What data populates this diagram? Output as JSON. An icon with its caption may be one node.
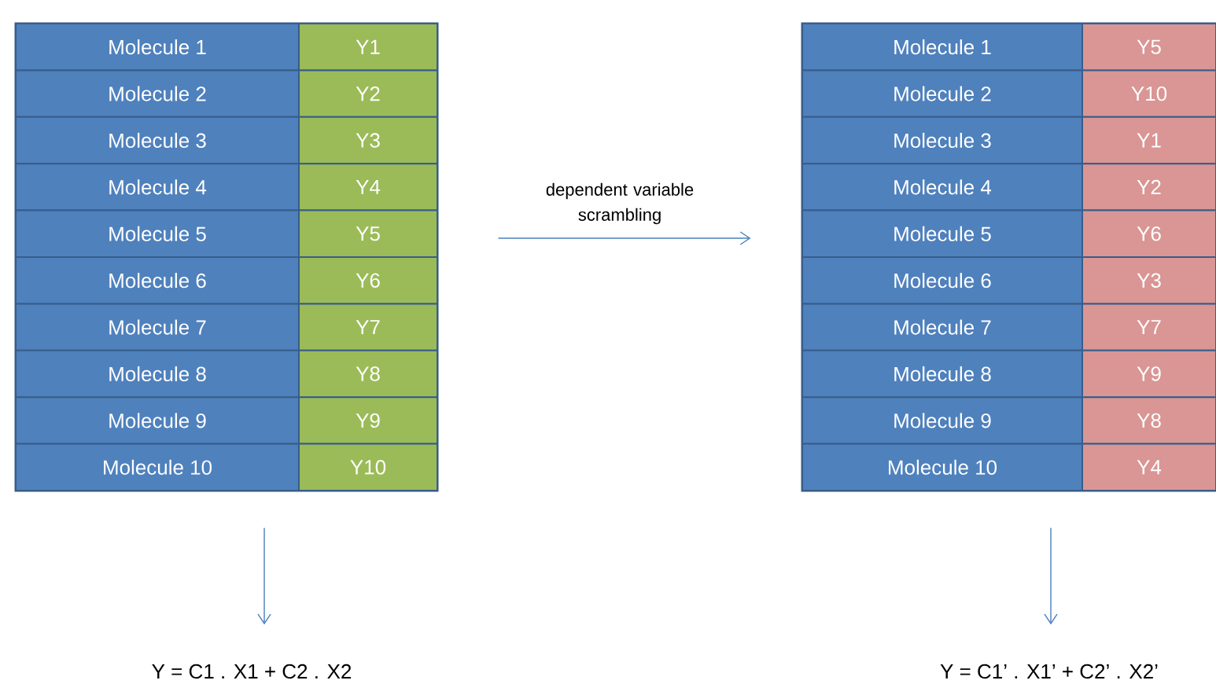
{
  "diagram": {
    "nodes": [
      {
        "text": [],
        "shape": "box"
      },
      {
        "text": [
          "Molecule 1"
        ],
        "in": 0
      },
      {
        "text": [
          "Y1"
        ],
        "in": 0
      },
      {
        "text": [
          "Molecule 2"
        ],
        "in": 0
      },
      {
        "text": [
          "Y2"
        ],
        "in": 0
      },
      {
        "text": [
          "Molecule 3"
        ],
        "in": 0
      },
      {
        "text": [
          "Y3"
        ],
        "in": 0
      },
      {
        "text": [
          "Molecule 4"
        ],
        "in": 0
      },
      {
        "text": [
          "Y4"
        ],
        "in": 0
      },
      {
        "text": [
          "Molecule 5"
        ],
        "in": 0
      },
      {
        "text": [
          "Y5"
        ],
        "in": 0
      },
      {
        "text": [
          "Molecule 6"
        ],
        "in": 0
      },
      {
        "text": [
          "Y6"
        ],
        "in": 0
      },
      {
        "text": [
          "Molecule 7"
        ],
        "in": 0
      },
      {
        "text": [
          "Y7"
        ],
        "in": 0
      },
      {
        "text": [
          "Molecule 8"
        ],
        "in": 0
      },
      {
        "text": [
          "Y8"
        ],
        "in": 0
      },
      {
        "text": [
          "Molecule 9"
        ],
        "in": 0
      },
      {
        "text": [
          "Y9"
        ],
        "in": 0
      },
      {
        "text": [
          "Molecule 10"
        ],
        "in": 0
      },
      {
        "text": [
          "Y10"
        ],
        "in": 0
      },
      {
        "text": [],
        "shape": "box"
      },
      {
        "text": [
          "Molecule 1"
        ],
        "in": 21
      },
      {
        "text": [
          "Y5"
        ],
        "in": 21
      },
      {
        "text": [
          "Molecule 2"
        ],
        "in": 21
      },
      {
        "text": [
          "Y10"
        ],
        "in": 21
      },
      {
        "text": [
          "Molecule 3"
        ],
        "in": 21
      },
      {
        "text": [
          "Y1"
        ],
        "in": 21
      },
      {
        "text": [
          "Molecule 4"
        ],
        "in": 21
      },
      {
        "text": [
          "Y2"
        ],
        "in": 21
      },
      {
        "text": [
          "Molecule 5"
        ],
        "in": 21
      },
      {
        "text": [
          "Y6"
        ],
        "in": 21
      },
      {
        "text": [
          "Molecule 6"
        ],
        "in": 21
      },
      {
        "text": [
          "Y3"
        ],
        "in": 21
      },
      {
        "text": [
          "Molecule 7"
        ],
        "in": 21
      },
      {
        "text": [
          "Y7"
        ],
        "in": 21
      },
      {
        "text": [
          "Molecule 8"
        ],
        "in": 21
      },
      {
        "text": [
          "Y9"
        ],
        "in": 21
      },
      {
        "text": [
          "Molecule 9"
        ],
        "in": 21
      },
      {
        "text": [
          "Y8"
        ],
        "in": 21
      },
      {
        "text": [
          "Molecule 10"
        ],
        "in": 21
      },
      {
        "text": [
          "Y4"
        ],
        "in": 21
      },
      {
        "text": [
          "Y = C1 . X1 + C2 . X2"
        ]
      },
      {
        "text": [
          "Y = C1’ . X1’ + C2’ . X2’"
        ]
      }
    ],
    "edges": [
      {
        "from": 0,
        "to": 21,
        "arrow": "to",
        "label": "dependent variable scrambling"
      },
      {
        "from": 0,
        "to": 42,
        "arrow": "to"
      },
      {
        "from": 21,
        "to": 43,
        "arrow": "to"
      }
    ]
  }
}
